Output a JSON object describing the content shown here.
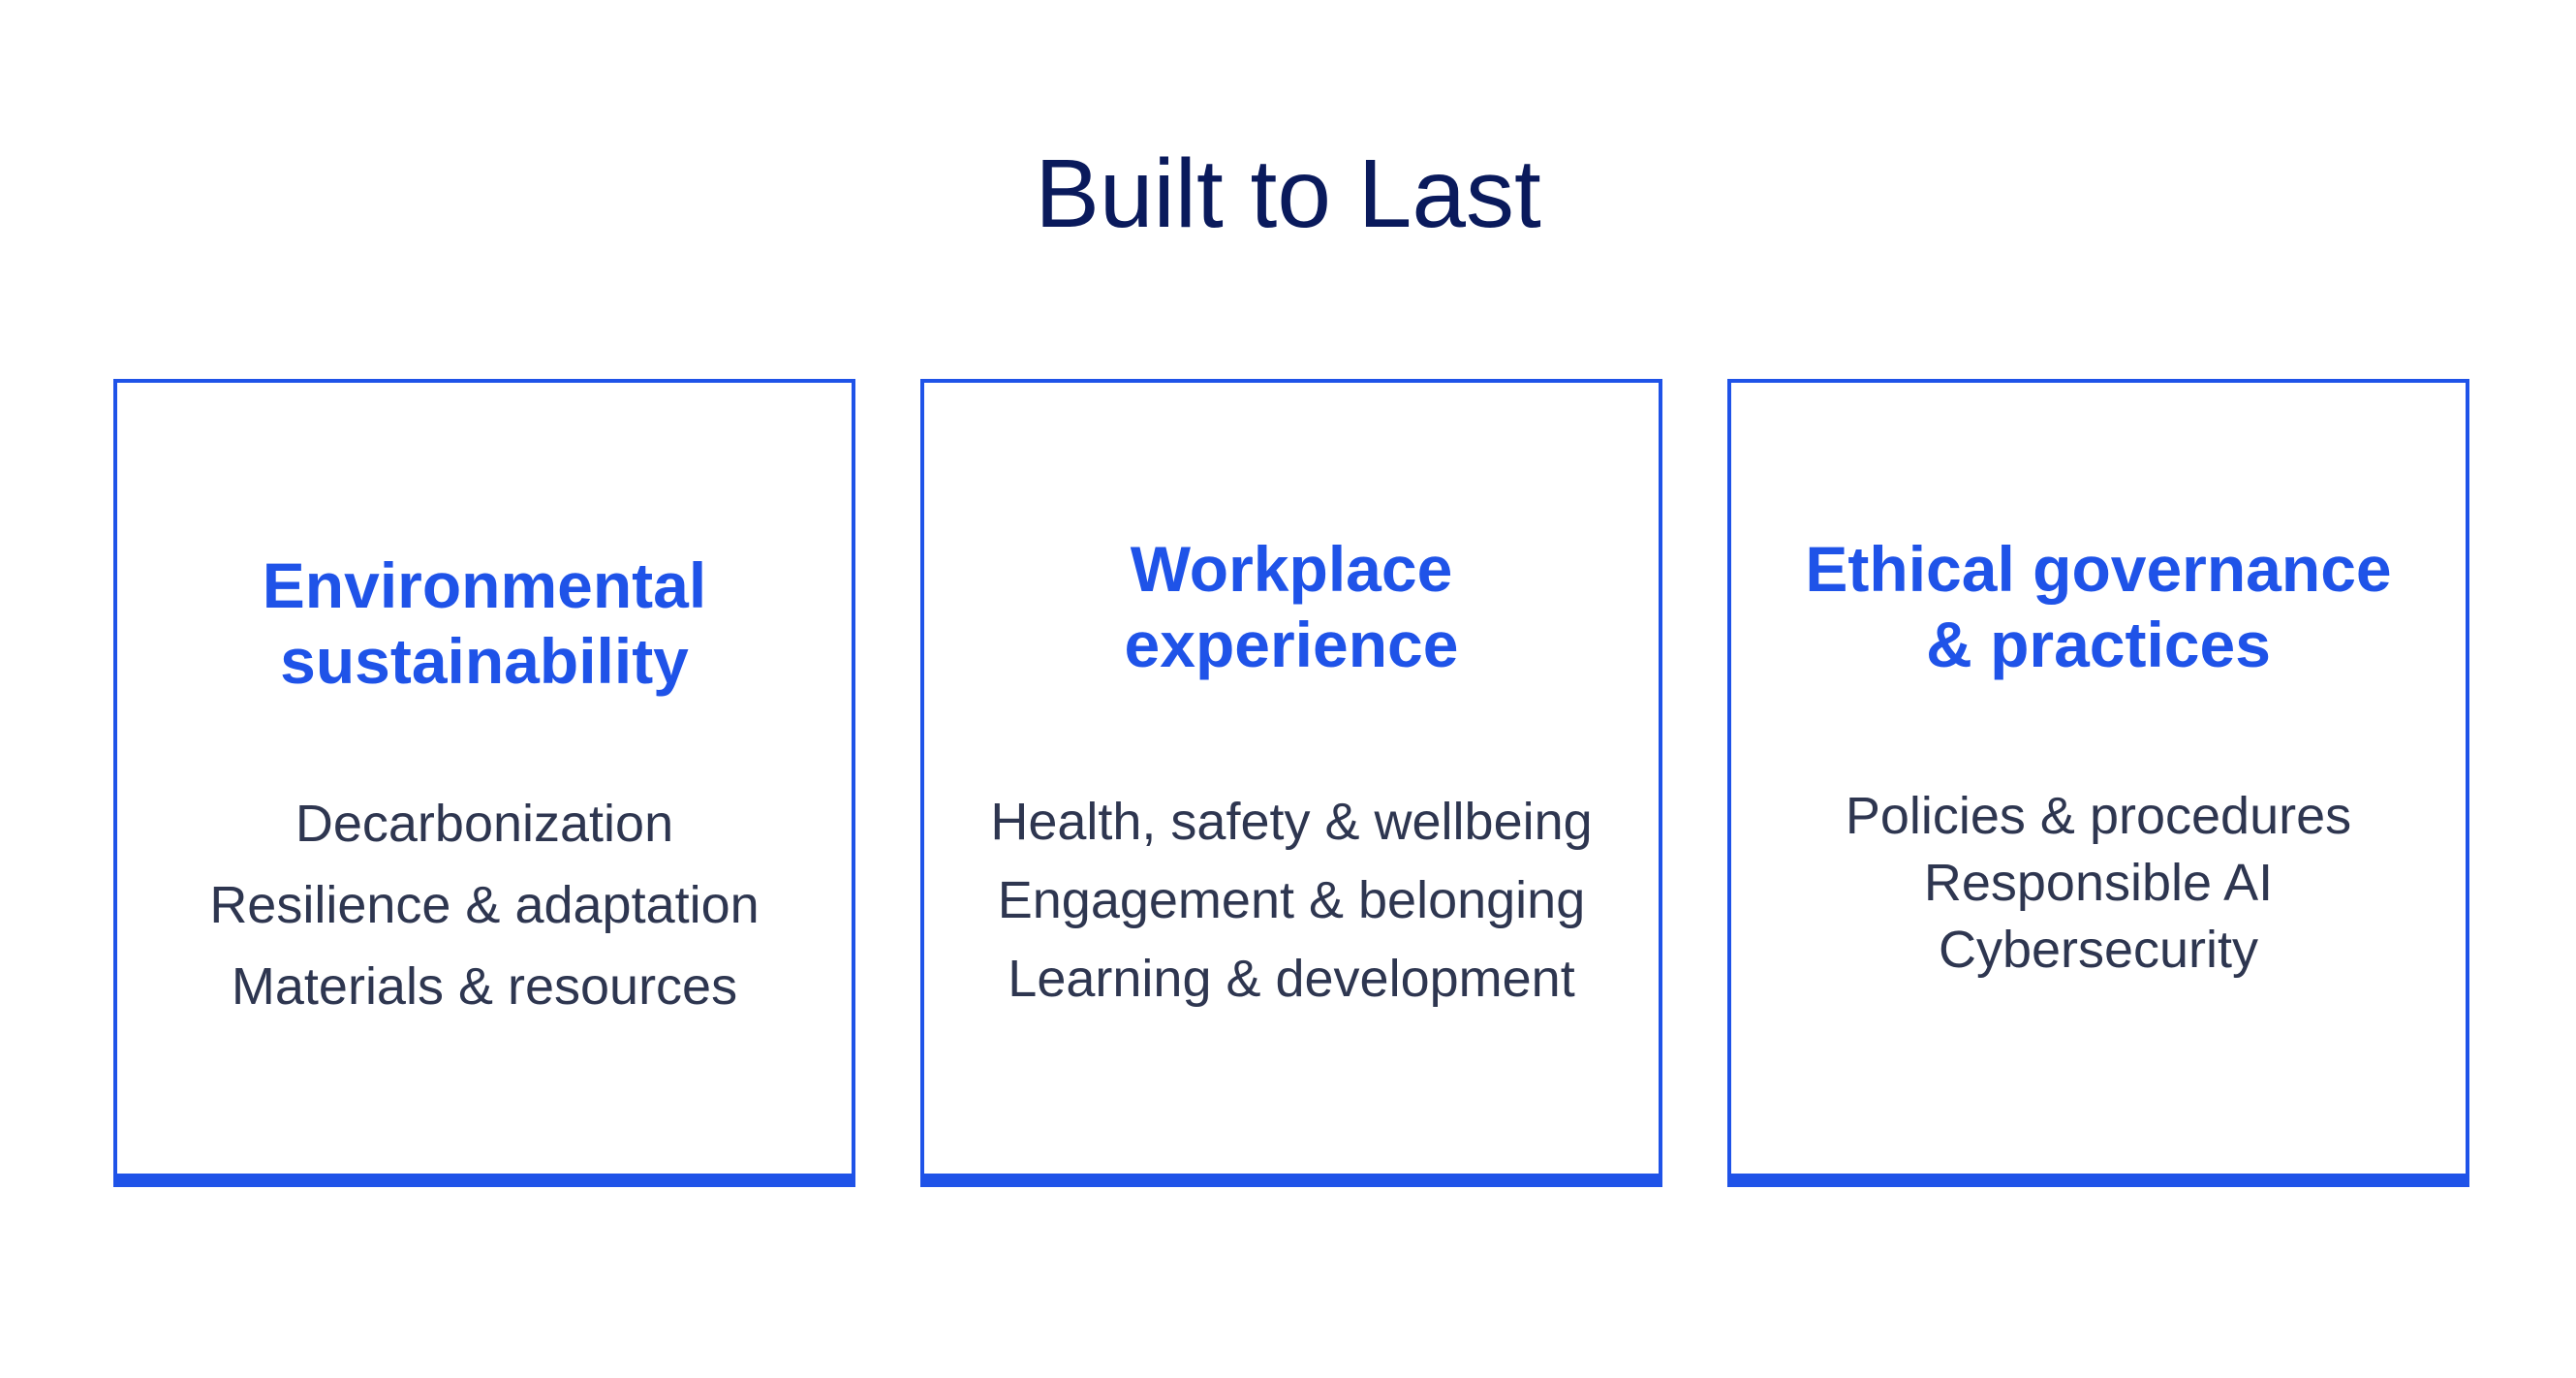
{
  "title": "Built to Last",
  "pillars": [
    {
      "heading_lines": [
        "Environmental",
        "sustainability"
      ],
      "items": [
        "Decarbonization",
        "Resilience & adaptation",
        "Materials & resources"
      ]
    },
    {
      "heading_lines": [
        "Workplace",
        "experience"
      ],
      "items": [
        "Health, safety & wellbeing",
        "Engagement & belonging",
        "Learning & development"
      ]
    },
    {
      "heading_lines": [
        "Ethical governance",
        "& practices"
      ],
      "items": [
        "Policies & procedures",
        "Responsible AI",
        "Cybersecurity"
      ]
    }
  ],
  "colors": {
    "title": "#0a1a5c",
    "accent": "#1f53e8",
    "body_text": "#2e3650",
    "background": "#ffffff"
  }
}
